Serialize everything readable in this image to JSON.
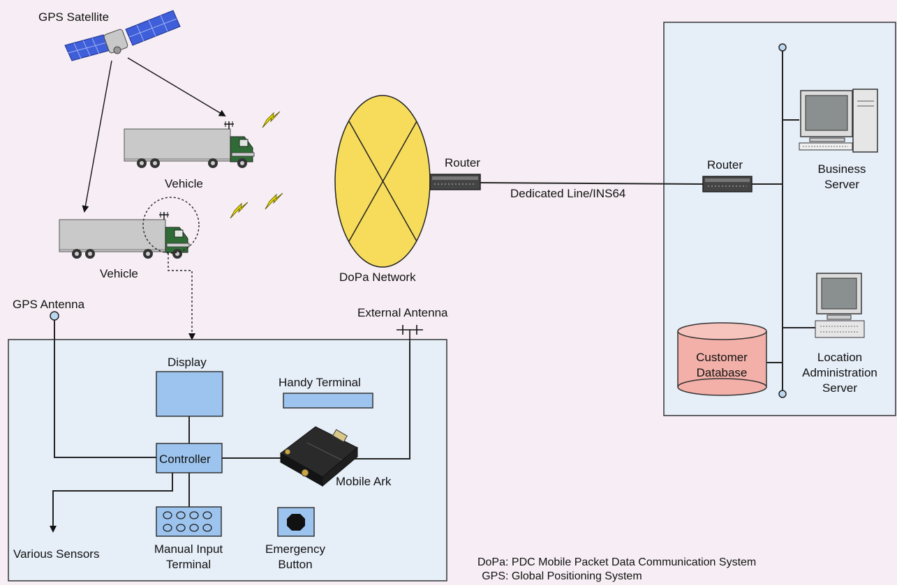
{
  "labels": {
    "gps_satellite": "GPS Satellite",
    "vehicle_top": "Vehicle",
    "vehicle_bottom": "Vehicle",
    "dopa_network": "DoPa Network",
    "router_left": "Router",
    "dedicated_line": "Dedicated Line/INS64",
    "router_right": "Router",
    "business_server": "Business Server",
    "customer_database": "Customer Database",
    "location_server": "Location Administration Server",
    "gps_antenna": "GPS Antenna",
    "external_antenna": "External Antenna",
    "display": "Display",
    "handy_terminal": "Handy Terminal",
    "controller": "Controller",
    "mobile_ark": "Mobile Ark",
    "various_sensors": "Various Sensors",
    "manual_input_terminal": "Manual Input Terminal",
    "emergency_button": "Emergency Button"
  },
  "legend": [
    {
      "abbr": "DoPa",
      "text": ": PDC Mobile Packet Data Communication System"
    },
    {
      "abbr": "GPS",
      "text": ": Global Positioning System"
    }
  ],
  "colors": {
    "background": "#f6eef4",
    "panel": "#e6eef8",
    "component_blue": "#9cc4ee",
    "network_yellow": "#f7dc5c",
    "database_pink": "#f2b0a8",
    "signal_yellow": "#f4e800",
    "truck_cab_green": "#2f6b35"
  },
  "icons": [
    "satellite-icon",
    "truck-icon",
    "signal-bolt-icon",
    "router-icon",
    "computer-icon",
    "database-icon",
    "mobile-ark-device-icon",
    "antenna-icon"
  ]
}
